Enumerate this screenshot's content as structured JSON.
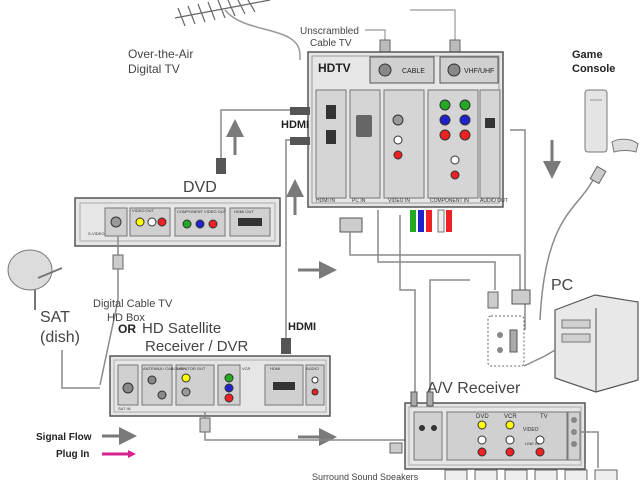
{
  "labels": {
    "ota": [
      "Over-the-Air",
      "Digital TV"
    ],
    "cable": [
      "Unscrambled",
      "Cable TV"
    ],
    "hdtv": "HDTV",
    "cable_port": "CABLE",
    "vhf_port": "VHF/UHF",
    "hdmi_top": "HDMI",
    "hdmi_mid": "HDMI",
    "game": [
      "Game",
      "Console"
    ],
    "dvd": "DVD",
    "sat": [
      "SAT",
      "(dish)"
    ],
    "dctv": [
      "Digital Cable TV",
      "HD Box"
    ],
    "or": "OR",
    "hd_sat": [
      "HD Satellite",
      "Receiver / DVR"
    ],
    "pc": "PC",
    "av": "A/V Receiver",
    "signal_flow": "Signal Flow",
    "plug_in": "Plug In",
    "speakers": "Surround Sound Speakers",
    "hdtv_panels": [
      "HDMI IN",
      "PC IN",
      "VIDEO IN",
      "COMPONENT IN",
      "AUDIO OUT"
    ],
    "dvd_panels": [
      "S-VIDEO",
      "VIDEO OUT",
      "COMPONENT VIDEO OUT",
      "HDMI OUT"
    ],
    "sat_panels": [
      "SAT IN",
      "ANTENNA / CABLE IN",
      "MONITOR OUT",
      "VCR",
      "HDMI",
      "AUDIO"
    ],
    "av_panels": [
      "DVD",
      "VCR",
      "TV",
      "VIDEO",
      "LINE IN"
    ]
  },
  "colors": {
    "device": "#e8e8e8",
    "panel": "#cfcfcf",
    "signal_arrow": "#7a7a7a",
    "plug_arrow": "#d6238f",
    "cable": "#8a8a8a"
  },
  "icons": [
    "antenna-icon",
    "satellite-dish-icon",
    "game-console-icon",
    "pc-tower-icon",
    "speaker-icon"
  ]
}
